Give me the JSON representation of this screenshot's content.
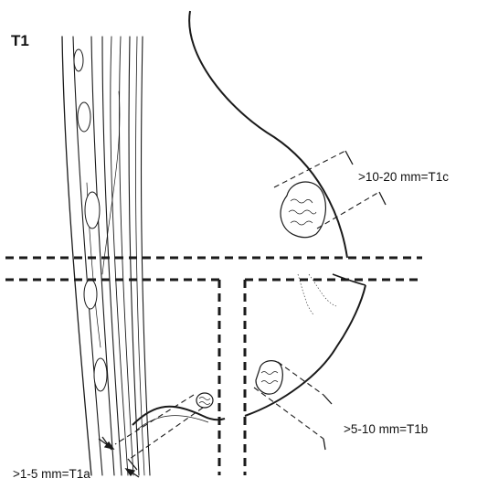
{
  "figure": {
    "title": "T1",
    "labels": {
      "t1c": ">10-20 mm=T1c",
      "t1b": ">5-10 mm=T1b",
      "t1a": ">1-5 mm=T1a"
    }
  },
  "colors": {
    "line": "#1a1a1a",
    "background": "#ffffff",
    "tumor_fill": "#ffffff"
  }
}
